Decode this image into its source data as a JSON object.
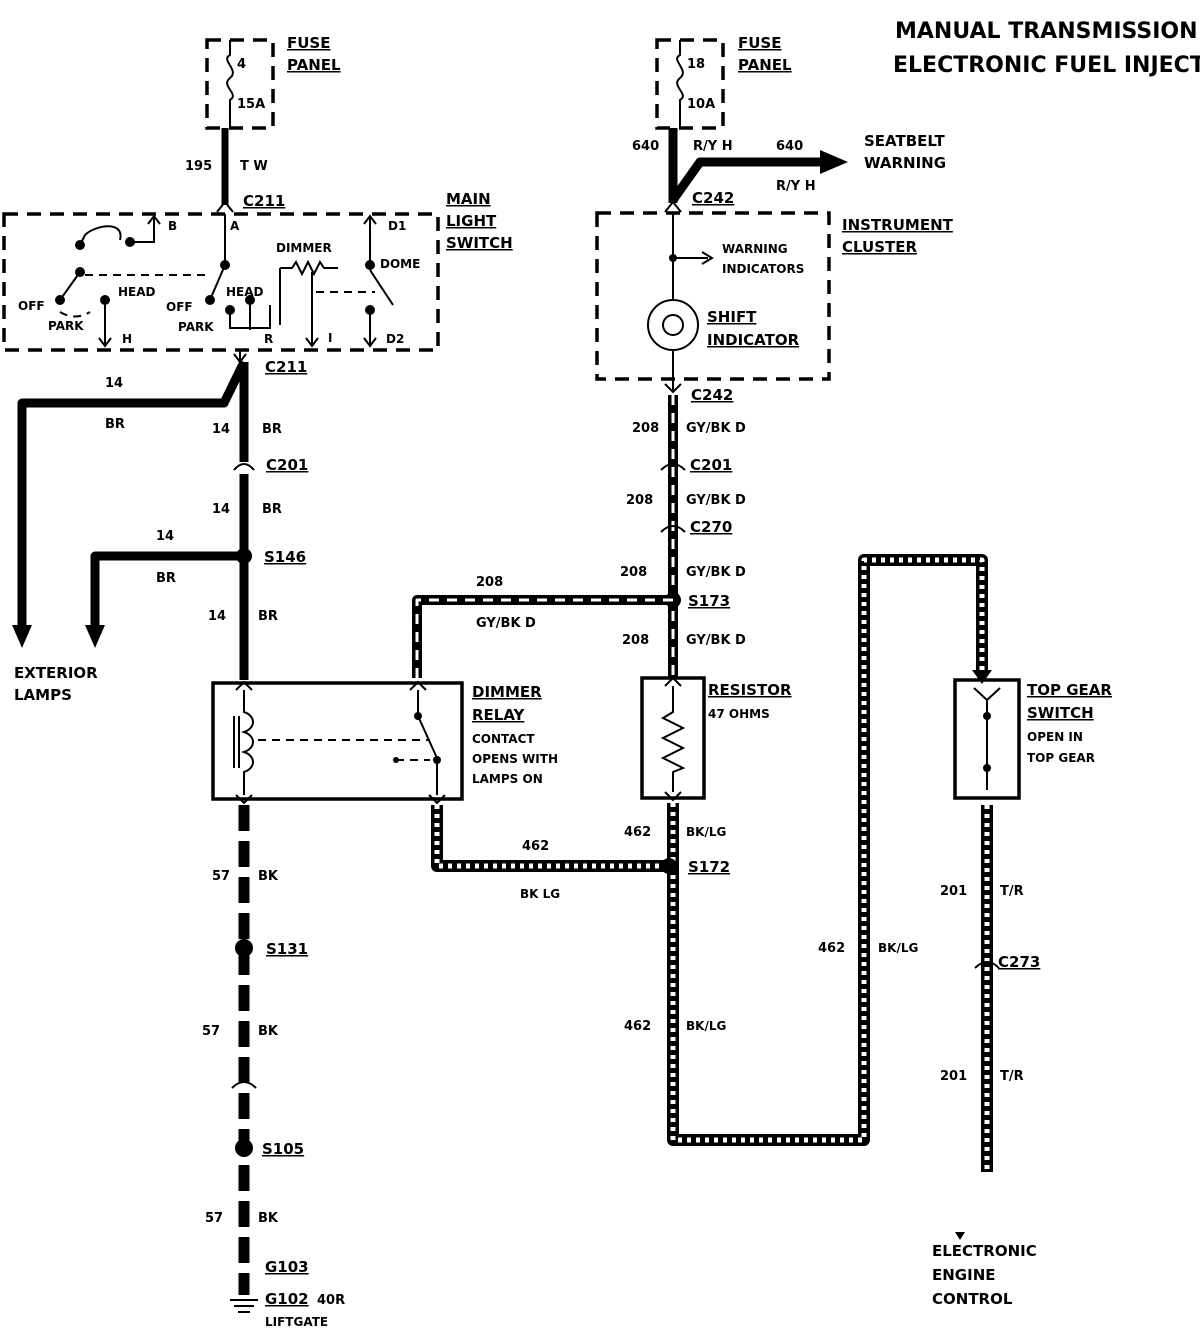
{
  "title": {
    "line1": "MANUAL TRANSMISSION",
    "line2": "ELECTRONIC FUEL INJECTION"
  },
  "fuse_panel_left": {
    "label1": "FUSE",
    "label2": "PANEL",
    "fuse_number": "4",
    "rating": "15A"
  },
  "fuse_panel_right": {
    "label1": "FUSE",
    "label2": "PANEL",
    "fuse_number": "18",
    "rating": "10A"
  },
  "main_light_switch": {
    "label1": "MAIN",
    "label2": "LIGHT",
    "label3": "SWITCH",
    "terminals": {
      "b": "B",
      "a": "A",
      "d1": "D1",
      "h": "H",
      "r": "R",
      "i": "I",
      "d2": "D2"
    },
    "labels": {
      "off": "OFF",
      "head": "HEAD",
      "park": "PARK",
      "dimmer": "DIMMER",
      "dome": "DOME"
    }
  },
  "instrument_cluster": {
    "label1": "INSTRUMENT",
    "label2": "CLUSTER",
    "warning1": "WARNING",
    "warning2": "INDICATORS",
    "shift1": "SHIFT",
    "shift2": "INDICATOR"
  },
  "seatbelt": {
    "label1": "SEATBELT",
    "label2": "WARNING"
  },
  "dimmer_relay": {
    "label1": "DIMMER",
    "label2": "RELAY",
    "note1": "CONTACT",
    "note2": "OPENS WITH",
    "note3": "LAMPS ON"
  },
  "resistor": {
    "label": "RESISTOR",
    "value": "47 OHMS"
  },
  "top_gear_switch": {
    "label1": "TOP GEAR",
    "label2": "SWITCH",
    "note1": "OPEN IN",
    "note2": "TOP GEAR"
  },
  "exterior_lamps": {
    "label1": "EXTERIOR",
    "label2": "LAMPS"
  },
  "eec": {
    "label1": "ELECTRONIC",
    "label2": "ENGINE",
    "label3": "CONTROL"
  },
  "connectors": {
    "c211_top": "C211",
    "c211_bottom": "C211",
    "c201_left": "C201",
    "c201_right": "C201",
    "c242_top": "C242",
    "c242_bottom": "C242",
    "c270": "C270",
    "c273": "C273"
  },
  "splices": {
    "s146": "S146",
    "s131": "S131",
    "s105": "S105",
    "s173": "S173",
    "s172": "S172"
  },
  "grounds": {
    "g103": "G103",
    "g102": "G102",
    "g102_suffix": "40R",
    "g102_note": "LIFTGATE"
  },
  "circuits": {
    "c195": {
      "num": "195",
      "color": "T W"
    },
    "c14": {
      "num": "14",
      "color": "BR"
    },
    "c57": {
      "num": "57",
      "color": "BK"
    },
    "c640": {
      "num": "640",
      "color": "R/Y H"
    },
    "c208": {
      "num": "208",
      "color": "GY/BK D"
    },
    "c462": {
      "num": "462",
      "color": "BK/LG",
      "color_alt": "BK LG"
    },
    "c201": {
      "num": "201",
      "color": "T/R"
    }
  }
}
